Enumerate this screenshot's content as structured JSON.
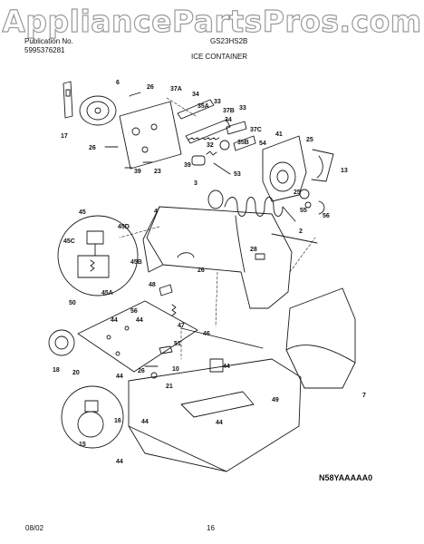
{
  "watermark": "AppliancePartsPros.com",
  "header": {
    "publication_label": "Publication No.",
    "publication_number": "5995376281",
    "model": "GS23HS2B",
    "section_title": "ICE CONTAINER"
  },
  "parts": [
    {
      "id": "p6",
      "label": "6"
    },
    {
      "id": "p26a",
      "label": "26"
    },
    {
      "id": "p37a",
      "label": "37A"
    },
    {
      "id": "p34a",
      "label": "34"
    },
    {
      "id": "p35a",
      "label": "35A"
    },
    {
      "id": "p33a",
      "label": "33"
    },
    {
      "id": "p37b",
      "label": "37B"
    },
    {
      "id": "p33b",
      "label": "33"
    },
    {
      "id": "p34b",
      "label": "34"
    },
    {
      "id": "p17",
      "label": "17"
    },
    {
      "id": "p26b",
      "label": "26"
    },
    {
      "id": "p32",
      "label": "32"
    },
    {
      "id": "p35b",
      "label": "35B"
    },
    {
      "id": "p37c",
      "label": "37C"
    },
    {
      "id": "p41",
      "label": "41"
    },
    {
      "id": "p25a",
      "label": "25"
    },
    {
      "id": "p54",
      "label": "54"
    },
    {
      "id": "p39a",
      "label": "39"
    },
    {
      "id": "p39b",
      "label": "39"
    },
    {
      "id": "p23",
      "label": "23"
    },
    {
      "id": "p53",
      "label": "53"
    },
    {
      "id": "p13",
      "label": "13"
    },
    {
      "id": "p3",
      "label": "3"
    },
    {
      "id": "p25b",
      "label": "25"
    },
    {
      "id": "p55",
      "label": "55"
    },
    {
      "id": "p56",
      "label": "56"
    },
    {
      "id": "p4",
      "label": "4"
    },
    {
      "id": "p45",
      "label": "45"
    },
    {
      "id": "p45d",
      "label": "45D"
    },
    {
      "id": "p2",
      "label": "2"
    },
    {
      "id": "p45c",
      "label": "45C"
    },
    {
      "id": "p28",
      "label": "28"
    },
    {
      "id": "p45b",
      "label": "45B"
    },
    {
      "id": "p26c",
      "label": "26"
    },
    {
      "id": "p45a",
      "label": "45A"
    },
    {
      "id": "p50",
      "label": "50"
    },
    {
      "id": "p48",
      "label": "48"
    },
    {
      "id": "p56b",
      "label": "56"
    },
    {
      "id": "p44a",
      "label": "44"
    },
    {
      "id": "p47",
      "label": "47"
    },
    {
      "id": "p44b",
      "label": "44"
    },
    {
      "id": "p46",
      "label": "46"
    },
    {
      "id": "p51",
      "label": "51"
    },
    {
      "id": "p18",
      "label": "18"
    },
    {
      "id": "p20",
      "label": "20"
    },
    {
      "id": "p26d",
      "label": "26"
    },
    {
      "id": "p10",
      "label": "10"
    },
    {
      "id": "p44c",
      "label": "44"
    },
    {
      "id": "p44d",
      "label": "44"
    },
    {
      "id": "p21",
      "label": "21"
    },
    {
      "id": "p7",
      "label": "7"
    },
    {
      "id": "p49",
      "label": "49"
    },
    {
      "id": "p16",
      "label": "16"
    },
    {
      "id": "p44e",
      "label": "44"
    },
    {
      "id": "p44f",
      "label": "44"
    },
    {
      "id": "p15",
      "label": "15"
    },
    {
      "id": "p44g",
      "label": "44"
    }
  ],
  "drawing_code": "N58YAAAAA0",
  "footer": {
    "date": "08/02",
    "page": "16"
  },
  "colors": {
    "line": "#1a1a1a",
    "watermark_stroke": "#9a9a9a",
    "shade": "#555555"
  }
}
